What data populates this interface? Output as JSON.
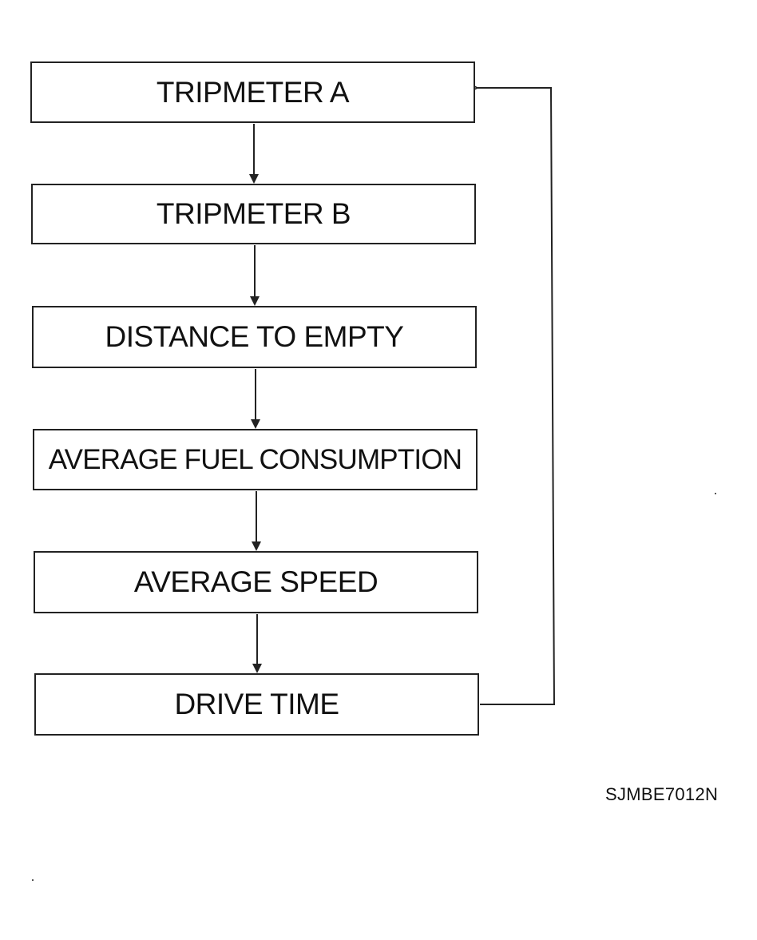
{
  "flow": {
    "steps": [
      "TRIPMETER A",
      "TRIPMETER B",
      "DISTANCE TO EMPTY",
      "AVERAGE FUEL CONSUMPTION",
      "AVERAGE SPEED",
      "DRIVE TIME"
    ],
    "loop_back": {
      "from": "DRIVE TIME",
      "to": "TRIPMETER A"
    }
  },
  "figure_code": "SJMBE7012N",
  "colors": {
    "line": "#222222",
    "background": "#ffffff"
  }
}
